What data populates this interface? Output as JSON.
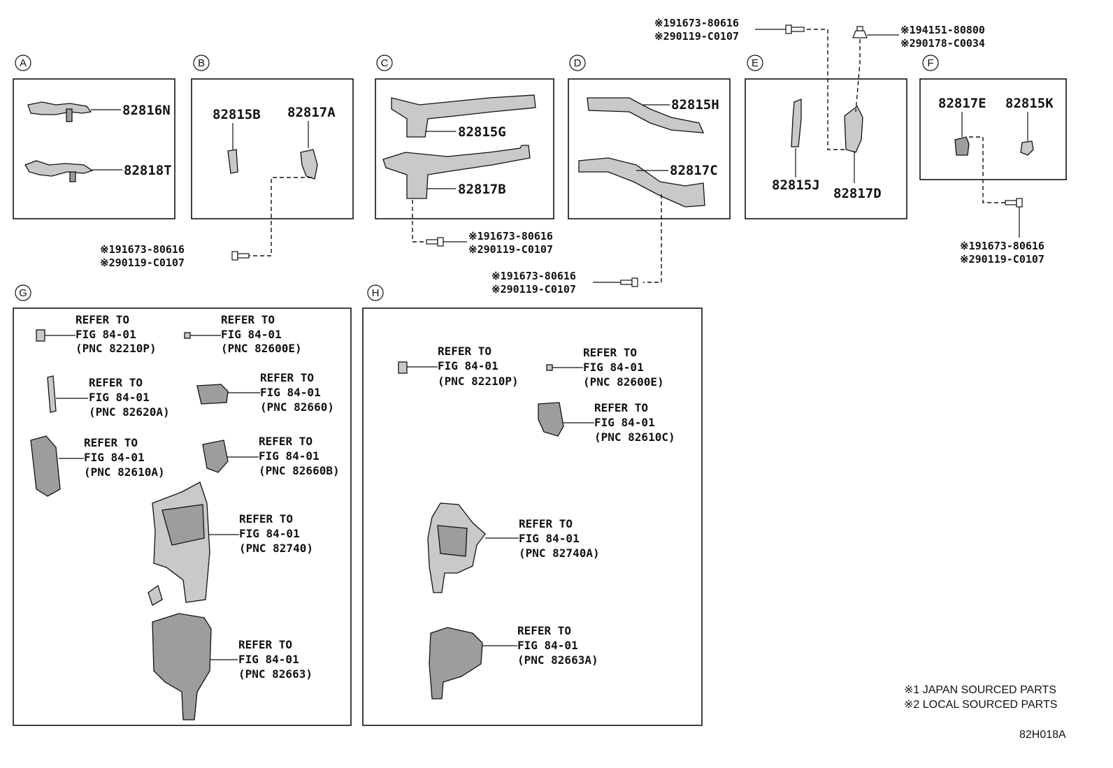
{
  "sections": [
    {
      "letter": "A"
    },
    {
      "letter": "B"
    },
    {
      "letter": "C"
    },
    {
      "letter": "D"
    },
    {
      "letter": "E"
    },
    {
      "letter": "F"
    },
    {
      "letter": "G"
    },
    {
      "letter": "H"
    }
  ],
  "parts": {
    "A1": "82816N",
    "A2": "82818T",
    "B1": "82815B",
    "B2": "82817A",
    "C1": "82815G",
    "C2": "82817B",
    "D1": "82815H",
    "D2": "82817C",
    "E1": "82815J",
    "E2": "82817D",
    "F1": "82817E",
    "F2": "82815K"
  },
  "fasteners": {
    "bolt1": "※191673-80616",
    "bolt2": "※290119-C0107",
    "nut1": "※194151-80800",
    "nut2": "※290178-C0034"
  },
  "refer": {
    "refer_to": "REFER TO",
    "fig": "FIG 84-01",
    "g1": "(PNC 82210P)",
    "g2": "(PNC 82600E)",
    "g3": "(PNC 82620A)",
    "g4": "(PNC 82660)",
    "g5": "(PNC 82610A)",
    "g6": "(PNC 82660B)",
    "g7": "(PNC 82740)",
    "g8": "(PNC 82663)",
    "h1": "(PNC 82210P)",
    "h2": "(PNC 82600E)",
    "h3": "(PNC 82610C)",
    "h4": "(PNC 82740A)",
    "h5": "(PNC 82663A)"
  },
  "notes": {
    "japan": "※1 JAPAN SOURCED PARTS",
    "local": "※2 LOCAL SOURCED PARTS"
  },
  "diagram_code": "82H018A"
}
